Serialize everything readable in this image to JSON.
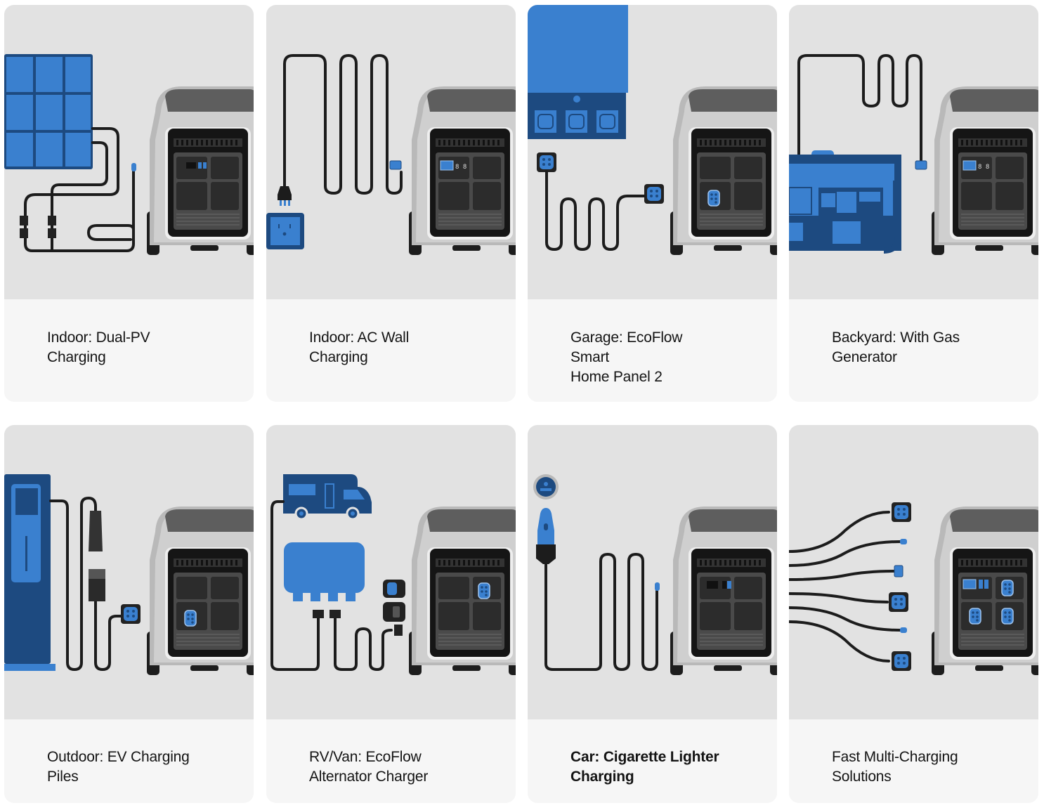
{
  "colors": {
    "card_bg": "#f6f6f6",
    "illustration_bg": "#e2e2e2",
    "accent_blue": "#3a80cf",
    "dark_blue": "#1d4a80",
    "cable": "#1c1c1c"
  },
  "cards": [
    {
      "title": "Indoor: Dual-PV\nCharging",
      "icon": "solar-panel-icon"
    },
    {
      "title": "Indoor: AC Wall\nCharging",
      "icon": "wall-outlet-icon"
    },
    {
      "title": "Garage: EcoFlow\nSmart\nHome Panel 2",
      "icon": "smart-home-panel-icon"
    },
    {
      "title": "Backyard: With Gas\nGenerator",
      "icon": "gas-generator-icon"
    },
    {
      "title": "Outdoor: EV Charging\nPiles",
      "icon": "ev-charging-pile-icon"
    },
    {
      "title": "RV/Van: EcoFlow\nAlternator Charger",
      "icon": "rv-alternator-icon"
    },
    {
      "title": "Car: Cigarette Lighter\nCharging",
      "icon": "car-cigarette-lighter-icon"
    },
    {
      "title": "Fast Multi-Charging\nSolutions",
      "icon": "multi-cable-icon"
    }
  ]
}
